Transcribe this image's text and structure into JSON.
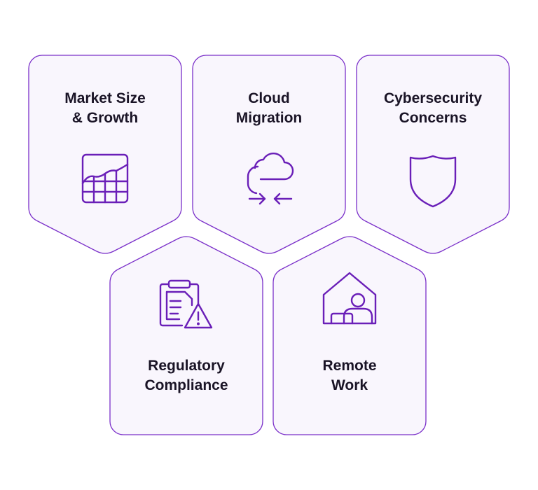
{
  "colors": {
    "card_fill": "#f9f6fd",
    "card_stroke": "#7a2fc9",
    "icon_stroke": "#6a1fb8",
    "text": "#1a1426"
  },
  "cards": [
    {
      "line1": "Market Size",
      "line2": "& Growth",
      "icon": "growth-chart-icon"
    },
    {
      "line1": "Cloud",
      "line2": "Migration",
      "icon": "cloud-migration-icon"
    },
    {
      "line1": "Cybersecurity",
      "line2": "Concerns",
      "icon": "shield-icon"
    },
    {
      "line1": "Regulatory",
      "line2": "Compliance",
      "icon": "clipboard-warning-icon"
    },
    {
      "line1": "Remote",
      "line2": "Work",
      "icon": "home-user-icon"
    }
  ]
}
